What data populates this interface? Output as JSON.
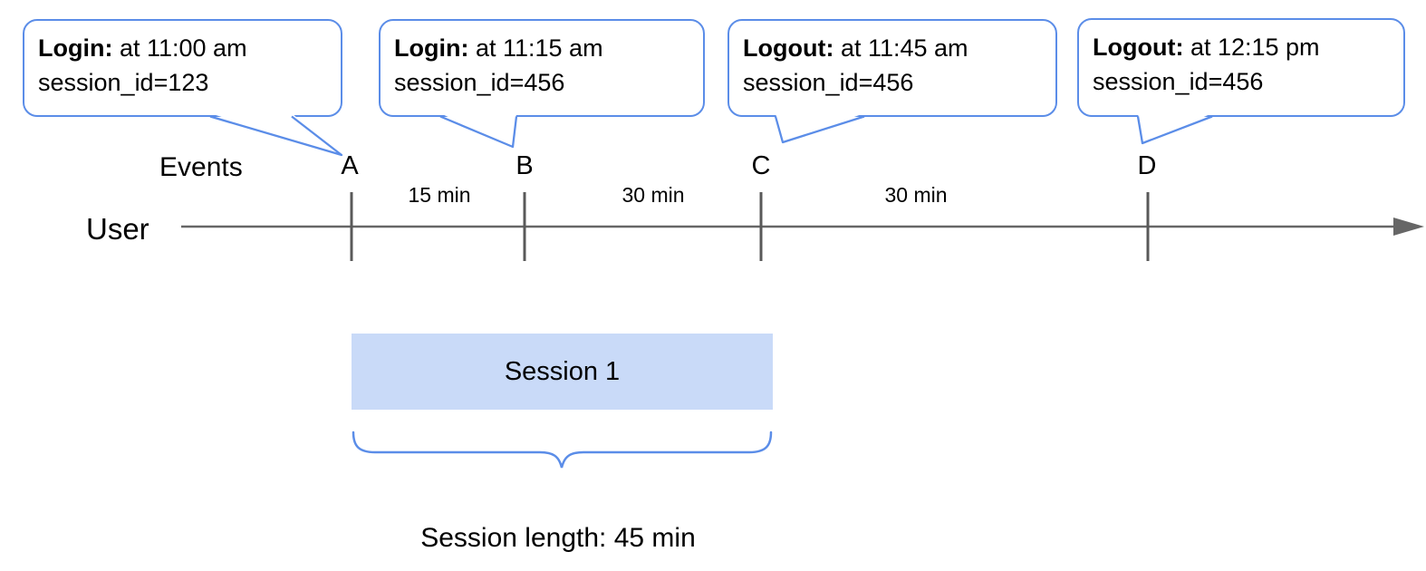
{
  "diagram": {
    "axis_row_label": "User",
    "events_axis_label": "Events",
    "events": [
      {
        "label": "A",
        "callout": {
          "bold": "Login:",
          "rest": " at 11:00 am",
          "line2": "session_id=123"
        }
      },
      {
        "label": "B",
        "callout": {
          "bold": "Login:",
          "rest": " at 11:15 am",
          "line2": "session_id=456"
        }
      },
      {
        "label": "C",
        "callout": {
          "bold": "Logout:",
          "rest": " at 11:45 am",
          "line2": "session_id=456"
        }
      },
      {
        "label": "D",
        "callout": {
          "bold": "Logout:",
          "rest": " at 12:15 pm",
          "line2": "session_id=456"
        }
      }
    ],
    "intervals": [
      "15 min",
      "30 min",
      "30 min"
    ],
    "session": {
      "label": "Session 1",
      "length_caption": "Session length: 45 min"
    },
    "colors": {
      "callout_border": "#5b8de8",
      "brace": "#5b8de8",
      "session_fill": "#c9daf8",
      "axis_line": "#666666",
      "tick": "#595959",
      "text": "#000000"
    }
  }
}
